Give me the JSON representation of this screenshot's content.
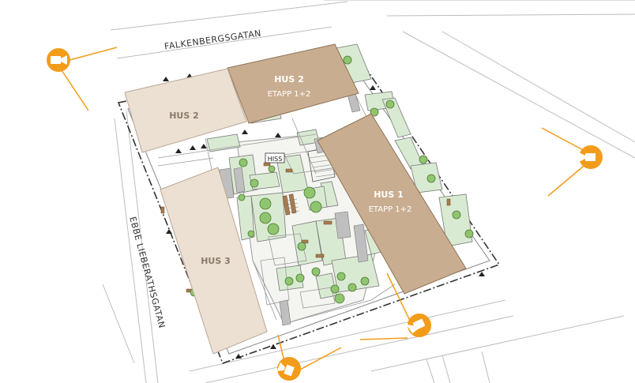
{
  "streets": {
    "north": "FALKENBERGSGATAN",
    "west": "EBBE LIEBERATHSGATAN"
  },
  "buildings": [
    {
      "id": "hus2_etapp",
      "title": "HUS 2",
      "subtitle": "ETAPP 1+2",
      "color": "#c9ad90"
    },
    {
      "id": "hus2",
      "title": "HUS 2",
      "subtitle": "",
      "color": "#ece0d3"
    },
    {
      "id": "hus3",
      "title": "HUS 3",
      "subtitle": "",
      "color": "#ece0d3"
    },
    {
      "id": "hus1",
      "title": "HUS 1",
      "subtitle": "ETAPP 1+2",
      "color": "#c9ad90"
    }
  ],
  "labels": {
    "hiss": "HISS"
  },
  "colors": {
    "camera_marker": "#f39c1a",
    "courtyard_green": "#d9ead3",
    "tree_green": "#8fc56f",
    "line_gray": "#b5b5b5",
    "plan_line": "#6a6a6a"
  },
  "camera_markers": [
    {
      "id": "camera-nw",
      "icon": "video-camera-icon"
    },
    {
      "id": "camera-e",
      "icon": "video-camera-icon"
    },
    {
      "id": "camera-s",
      "icon": "video-camera-icon"
    },
    {
      "id": "camera-se",
      "icon": "video-camera-icon"
    }
  ]
}
